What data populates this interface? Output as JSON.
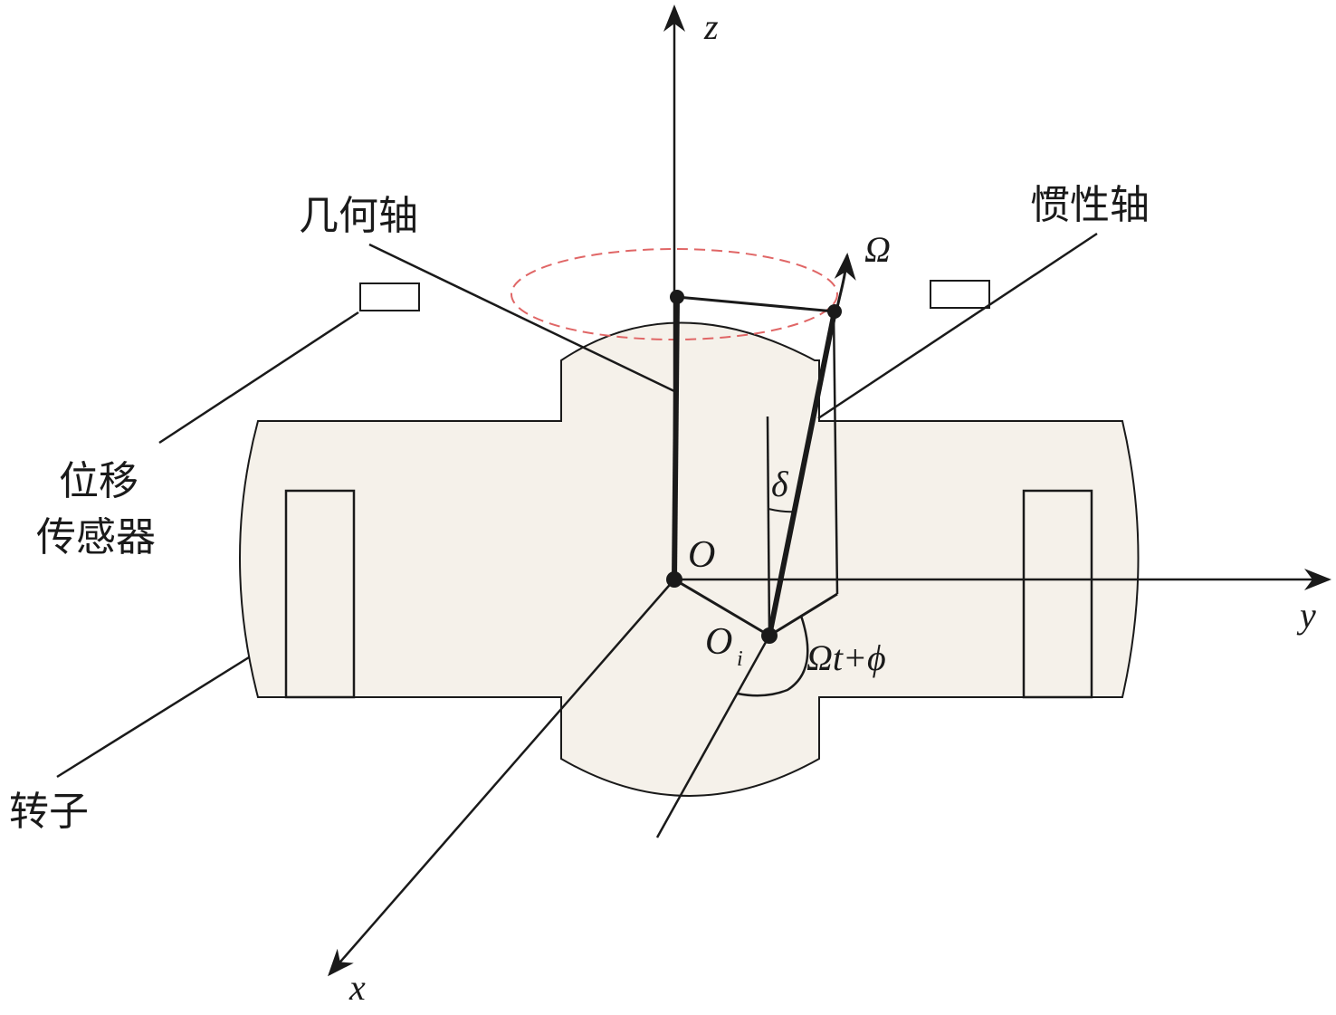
{
  "labels": {
    "geometric_axis": "几何轴",
    "inertial_axis": "惯性轴",
    "sensor_line1": "位移",
    "sensor_line2": "传感器",
    "rotor": "转子"
  },
  "symbols": {
    "z": "z",
    "y": "y",
    "x": "x",
    "origin": "O",
    "Oi_base": "O",
    "Oi_sub": "i",
    "omega": "Ω",
    "delta": "δ",
    "phase": "Ωt+ϕ"
  },
  "colors": {
    "rotor_fill": "#f5f1ea",
    "line": "#1a1a1a",
    "precession_ellipse": "#e06666"
  }
}
